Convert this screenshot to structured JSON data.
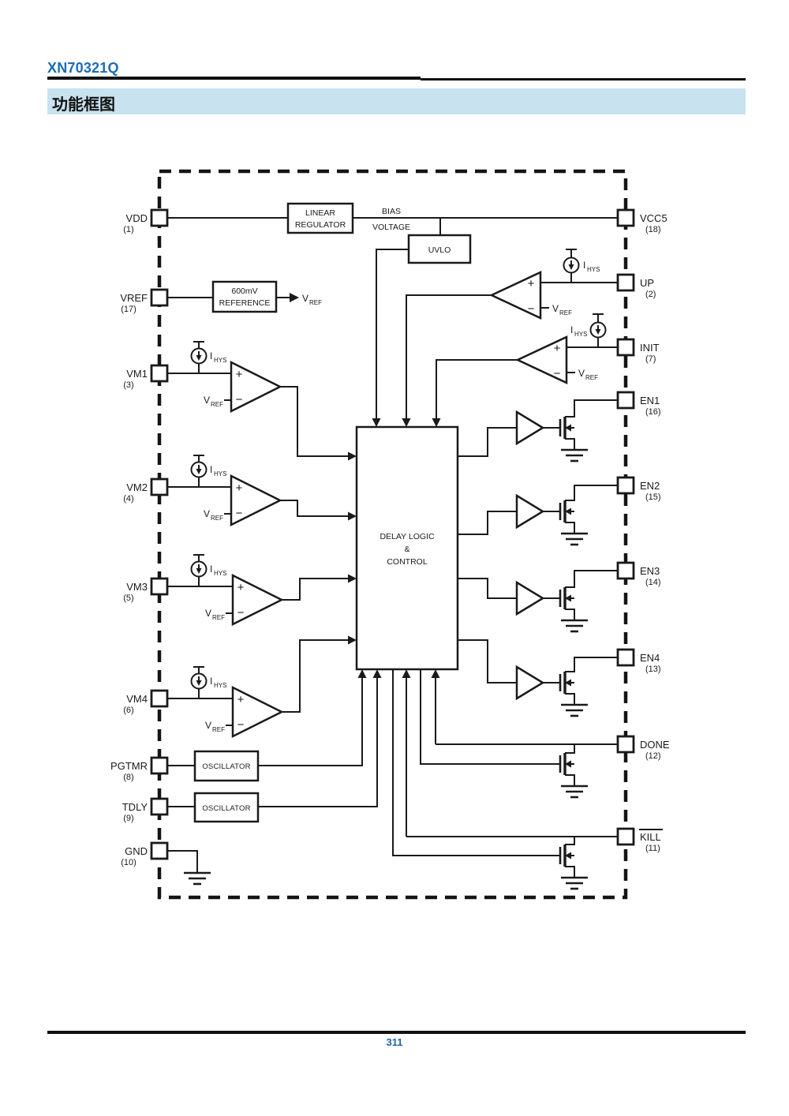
{
  "page": {
    "title": "XN70321Q",
    "section_heading": "功能框图",
    "page_number": "311"
  },
  "colors": {
    "accent_blue": "#1d6cb5",
    "banner_bg": "#c9e2ef",
    "line": "#1a1a1a"
  },
  "blocks": {
    "linear_regulator_1": "LINEAR",
    "linear_regulator_2": "REGULATOR",
    "bias_1": "BIAS",
    "bias_2": "VOLTAGE",
    "uvlo": "UVLO",
    "reference_1": "600mV",
    "reference_2": "REFERENCE",
    "delay_1": "DELAY LOGIC",
    "delay_2": "&",
    "delay_3": "CONTROL",
    "oscillator_pgtmr": "OSCILLATOR",
    "oscillator_tdly": "OSCILLATOR"
  },
  "labels": {
    "plus": "+",
    "minus": "−",
    "i": "I",
    "ihys_sub": "HYS",
    "v": "V",
    "vref_sub": "REF"
  },
  "pins_left": [
    {
      "name": "VDD",
      "number": "(1)"
    },
    {
      "name": "VREF",
      "number": "(17)"
    },
    {
      "name": "VM1",
      "number": "(3)"
    },
    {
      "name": "VM2",
      "number": "(4)"
    },
    {
      "name": "VM3",
      "number": "(5)"
    },
    {
      "name": "VM4",
      "number": "(6)"
    },
    {
      "name": "PGTMR",
      "number": "(8)"
    },
    {
      "name": "TDLY",
      "number": "(9)"
    },
    {
      "name": "GND",
      "number": "(10)"
    }
  ],
  "pins_right": [
    {
      "name": "VCC5",
      "number": "(18)"
    },
    {
      "name": "UP",
      "number": "(2)"
    },
    {
      "name": "INIT",
      "number": "(7)"
    },
    {
      "name": "EN1",
      "number": "(16)"
    },
    {
      "name": "EN2",
      "number": "(15)"
    },
    {
      "name": "EN3",
      "number": "(14)"
    },
    {
      "name": "EN4",
      "number": "(13)"
    },
    {
      "name": "DONE",
      "number": "(12)"
    },
    {
      "name": "KILL",
      "number": "(11)"
    }
  ]
}
